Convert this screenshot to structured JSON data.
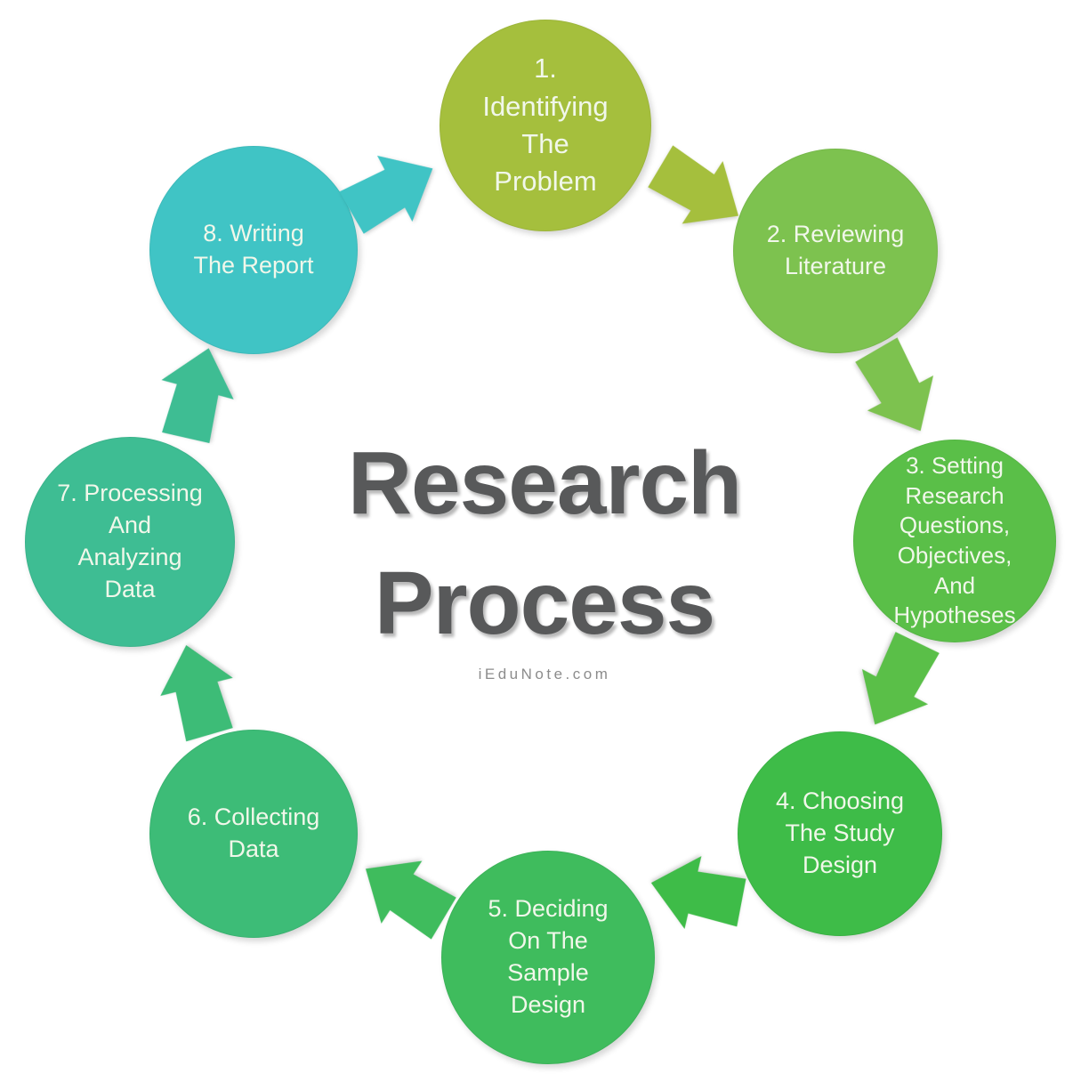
{
  "title": {
    "text": "Research\nProcess",
    "color": "#58595a"
  },
  "watermark": {
    "text": "iEduNote.com",
    "color": "#8c8c8c"
  },
  "label_text_color": "#f1f7ea",
  "steps": [
    {
      "id": 1,
      "label": "1.\nIdentifying\nThe\nProblem",
      "color": "#a5bf3d"
    },
    {
      "id": 2,
      "label": "2. Reviewing\nLiterature",
      "color": "#7dc24f"
    },
    {
      "id": 3,
      "label": "3. Setting\nResearch\nQuestions,\nObjectives,\nAnd\nHypotheses",
      "color": "#5abf48"
    },
    {
      "id": 4,
      "label": "4. Choosing\nThe Study\nDesign",
      "color": "#3ebc48"
    },
    {
      "id": 5,
      "label": "5. Deciding\nOn The\nSample\nDesign",
      "color": "#3fbc5d"
    },
    {
      "id": 6,
      "label": "6. Collecting\nData",
      "color": "#3dbc77"
    },
    {
      "id": 7,
      "label": "7. Processing\nAnd\nAnalyzing\nData",
      "color": "#3ebd93"
    },
    {
      "id": 8,
      "label": "8. Writing\nThe Report",
      "color": "#40c4c5"
    }
  ],
  "arrows": [
    {
      "from": 8,
      "to": 1,
      "color": "#40c4c5"
    },
    {
      "from": 1,
      "to": 2,
      "color": "#a5bf3d"
    },
    {
      "from": 2,
      "to": 3,
      "color": "#7dc24f"
    },
    {
      "from": 3,
      "to": 4,
      "color": "#5abf48"
    },
    {
      "from": 4,
      "to": 5,
      "color": "#3ebc48"
    },
    {
      "from": 5,
      "to": 6,
      "color": "#3fbc5d"
    },
    {
      "from": 6,
      "to": 7,
      "color": "#3dbc77"
    },
    {
      "from": 7,
      "to": 8,
      "color": "#3ebd93"
    }
  ]
}
